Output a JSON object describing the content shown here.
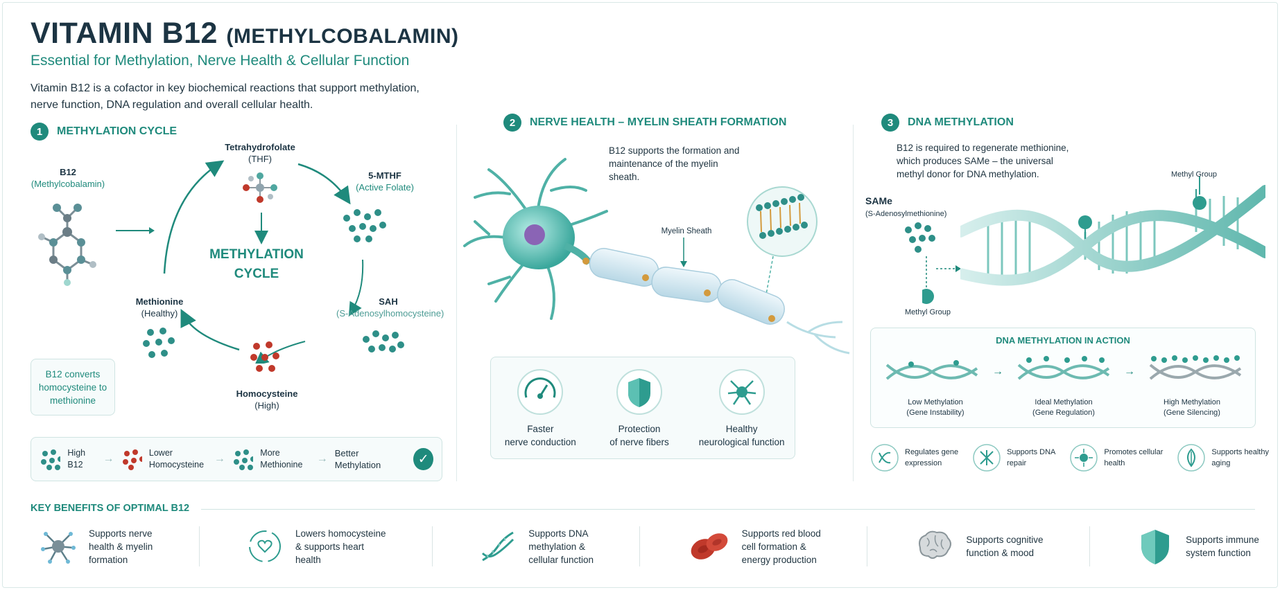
{
  "header": {
    "title_main": "VITAMIN B12",
    "title_sub": "(METHYLCOBALAMIN)",
    "subtitle": "Essential for Methylation, Nerve Health & Cellular Function",
    "intro": "Vitamin B12 is a cofactor in key biochemical reactions that support methylation, nerve function, DNA regulation and overall cellular health."
  },
  "colors": {
    "teal": "#1f8a7c",
    "navy": "#1c3443",
    "red": "#c0392b",
    "green_check": "#1f8a7c"
  },
  "section1": {
    "number": "1",
    "title": "METHYLATION CYCLE",
    "b12": {
      "name": "B12",
      "desc": "(Methylcobalamin)"
    },
    "thf": {
      "name": "Tetrahydrofolate",
      "desc": "(THF)"
    },
    "mthf": {
      "name": "5-MTHF",
      "desc": "(Active Folate)"
    },
    "sah": {
      "name": "SAH",
      "desc": "(S-Adenosylhomocysteine)"
    },
    "homocysteine": {
      "name": "Homocysteine",
      "desc": "(High)"
    },
    "methionine": {
      "name": "Methionine",
      "desc": "(Healthy)"
    },
    "center_line1": "METHYLATION",
    "center_line2": "CYCLE",
    "note": "B12 converts homocysteine to methionine",
    "flow": {
      "step1_l1": "High",
      "step1_l2": "B12",
      "step2_l1": "Lower",
      "step2_l2": "Homocysteine",
      "step3_l1": "More",
      "step3_l2": "Methionine",
      "step4": "Better Methylation"
    }
  },
  "section2": {
    "number": "2",
    "title": "NERVE HEALTH – MYELIN SHEATH FORMATION",
    "desc": "B12 supports the formation and maintenance of the myelin sheath.",
    "myelin_label": "Myelin Sheath",
    "benefits": [
      {
        "icon": "speedometer-icon",
        "l1": "Faster",
        "l2": "nerve conduction"
      },
      {
        "icon": "shield-icon",
        "l1": "Protection",
        "l2": "of nerve fibers"
      },
      {
        "icon": "neuron-icon",
        "l1": "Healthy",
        "l2": "neurological function"
      }
    ]
  },
  "section3": {
    "number": "3",
    "title": "DNA METHYLATION",
    "desc": "B12 is required to regenerate methionine, which produces SAMe – the universal methyl donor for DNA methylation.",
    "same": {
      "name": "SAMe",
      "desc": "(S-Adenosylmethionine)"
    },
    "methyl_group_top": "Methyl Group",
    "methyl_group_bottom": "Methyl Group",
    "action_title": "DNA METHYLATION IN ACTION",
    "states": [
      {
        "l1": "Low Methylation",
        "l2": "(Gene Instability)"
      },
      {
        "l1": "Ideal Methylation",
        "l2": "(Gene Regulation)"
      },
      {
        "l1": "High Methylation",
        "l2": "(Gene Silencing)"
      }
    ],
    "features": [
      {
        "icon": "dna-check-icon",
        "l1": "Regulates gene",
        "l2": "expression"
      },
      {
        "icon": "dna-repair-icon",
        "l1": "Supports DNA",
        "l2": "repair"
      },
      {
        "icon": "cell-icon",
        "l1": "Promotes cellular",
        "l2": "health"
      },
      {
        "icon": "leaf-icon",
        "l1": "Supports healthy",
        "l2": "aging"
      }
    ]
  },
  "key_benefits": {
    "title": "KEY BENEFITS OF OPTIMAL B12",
    "items": [
      {
        "icon": "nerve-cell-icon",
        "l1": "Supports nerve",
        "l2": "health & myelin",
        "l3": "formation"
      },
      {
        "icon": "heart-cycle-icon",
        "l1": "Lowers homocysteine",
        "l2": "& supports heart",
        "l3": "health"
      },
      {
        "icon": "dna-helix-icon",
        "l1": "Supports DNA",
        "l2": "methylation &",
        "l3": "cellular function"
      },
      {
        "icon": "red-blood-cell-icon",
        "l1": "Supports red blood",
        "l2": "cell formation &",
        "l3": "energy production"
      },
      {
        "icon": "brain-icon",
        "l1": "Supports cognitive",
        "l2": "function & mood",
        "l3": ""
      },
      {
        "icon": "immune-shield-icon",
        "l1": "Supports immune",
        "l2": "system function",
        "l3": ""
      }
    ]
  }
}
